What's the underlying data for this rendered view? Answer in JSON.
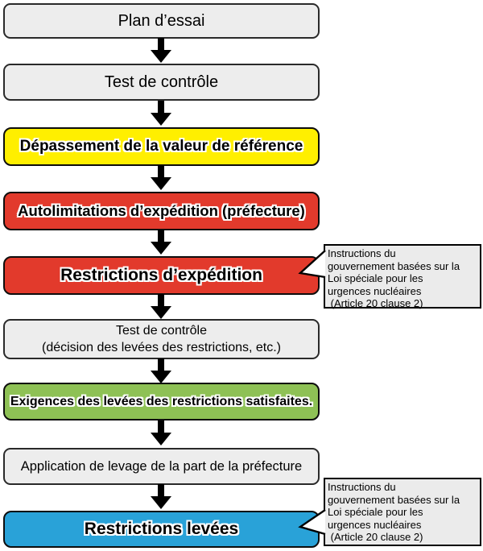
{
  "page": {
    "background": "#ffffff"
  },
  "colors": {
    "gray_box": "#ededed",
    "yellow_box": "#ffef00",
    "red_box": "#e23a2c",
    "green_box": "#8ec155",
    "blue_box": "#29a2d8",
    "box_border": "#0d0d0d",
    "arrow": "#000000",
    "annotation_bg": "#ebebeb"
  },
  "icons": {
    "arrow": "arrow-down-icon",
    "callout": "callout-pointer-icon"
  },
  "flow": {
    "steps": [
      {
        "label": "Plan d’essai",
        "type": "gray"
      },
      {
        "label": "Test de contrôle",
        "type": "gray"
      },
      {
        "label": "Dépassement de la valeur de référence",
        "type": "yellow"
      },
      {
        "label": "Autolimitations d’expédition (préfecture)",
        "type": "red"
      },
      {
        "label": "Restrictions d’expédition",
        "type": "red"
      },
      {
        "line1": "Test de contrôle",
        "line2": "(décision des levées des restrictions, etc.)",
        "type": "gray"
      },
      {
        "label": "Exigences des levées des restrictions satisfaites.",
        "type": "green"
      },
      {
        "label": "Application de levage de la part de la préfecture",
        "type": "gray"
      },
      {
        "label": "Restrictions levées",
        "type": "blue"
      }
    ]
  },
  "annotations": [
    {
      "lines": [
        "Instructions du",
        "gouvernement basées sur la",
        "Loi spéciale pour les",
        "urgences nucléaires",
        " (Article 20 clause 2)"
      ]
    },
    {
      "lines": [
        "Instructions du",
        "gouvernement basées sur la",
        "Loi spéciale pour les",
        "urgences nucléaires",
        " (Article 20 clause 2)"
      ]
    }
  ]
}
